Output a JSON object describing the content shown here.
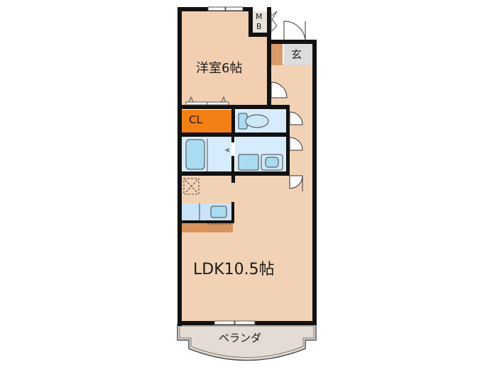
{
  "floorplan": {
    "rooms": {
      "western_room": {
        "label": "洋室6帖",
        "color": "#f2cfb0"
      },
      "closet": {
        "label": "CL",
        "color": "#f47f12"
      },
      "meter_box": {
        "label_top": "M",
        "label_bottom": "B",
        "color": "#e8e2dc"
      },
      "entrance": {
        "label": "玄",
        "color": "#dcdcdc"
      },
      "ldk": {
        "label": "LDK10.5帖",
        "color": "#f2d2b4"
      },
      "veranda": {
        "label": "ベランダ",
        "color": "#e4dcd4"
      }
    },
    "colors": {
      "wall": "#111111",
      "wet_area": "#d6ebfb",
      "fixture": "#a9dcf0",
      "shoe_box": "#d89a66",
      "counter": "#d9925a"
    }
  }
}
